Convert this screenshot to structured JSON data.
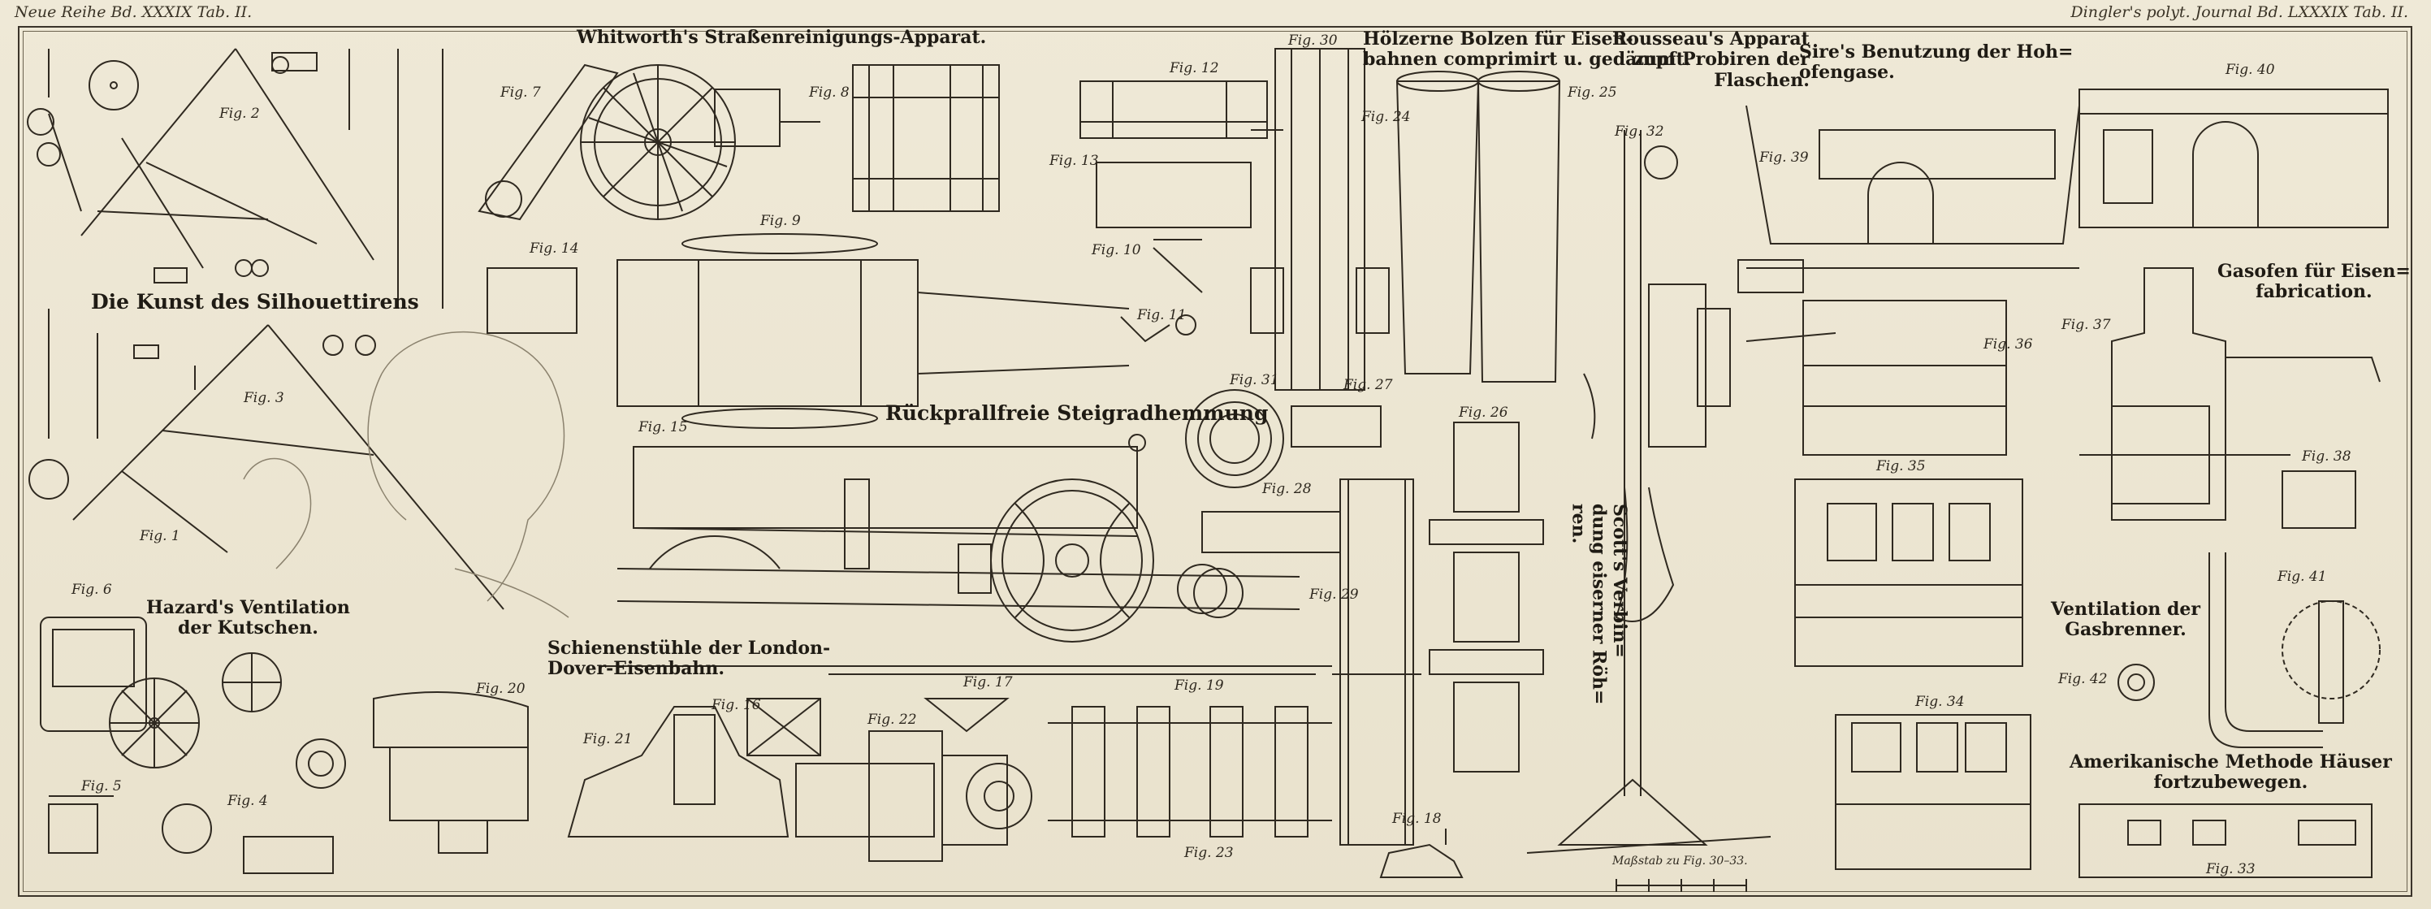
{
  "header": {
    "left": "Neue Reihe Bd. XXXIX Tab. II.",
    "right": "Dingler's polyt. Journal Bd. LXXXIX Tab. II."
  },
  "titles": {
    "silhouettes": "Die Kunst des Silhouettirens",
    "whitworth": "Whitworth's Straßenreinigungs-Apparat.",
    "bolzen": "Hölzerne Bolzen für Eisen-\nbahnen comprimirt u. gedämpft.",
    "rousseau": "Rousseau's Apparat\nzum Probiren der\nFlaschen.",
    "sire": "Sire's Benutzung der Hoh=\nofengase.",
    "gasofen": "Gasofen für Eisen=\nfabrication.",
    "steigrad": "Rückprallfreie Steigradhemmung",
    "hazard": "Hazard's Ventilation\nder Kutschen.",
    "schienen": "Schienenstühle der London-\nDover-Eisenbahn.",
    "scott": "Scott's Verbin=\ndung eiserner Röh=\nren.",
    "ventilation_gas": "Ventilation der\nGasbrenner.",
    "amerikanisch": "Amerikanische Methode Häuser\nfortzubewegen."
  },
  "scale_note": "Maßstab zu Fig. 30–33.",
  "fig_labels": [
    "Fig. 1",
    "Fig. 2",
    "Fig. 3",
    "Fig. 4",
    "Fig. 5",
    "Fig. 6",
    "Fig. 7",
    "Fig. 8",
    "Fig. 9",
    "Fig. 10",
    "Fig. 11",
    "Fig. 12",
    "Fig. 13",
    "Fig. 14",
    "Fig. 15",
    "Fig. 16",
    "Fig. 17",
    "Fig. 18",
    "Fig. 19",
    "Fig. 20",
    "Fig. 21",
    "Fig. 22",
    "Fig. 23",
    "Fig. 24",
    "Fig. 25",
    "Fig. 26",
    "Fig. 27",
    "Fig. 28",
    "Fig. 29",
    "Fig. 30",
    "Fig. 31",
    "Fig. 32",
    "Fig. 33",
    "Fig. 34",
    "Fig. 35",
    "Fig. 36",
    "Fig. 37",
    "Fig. 38",
    "Fig. 39",
    "Fig. 40",
    "Fig. 41",
    "Fig. 42"
  ]
}
